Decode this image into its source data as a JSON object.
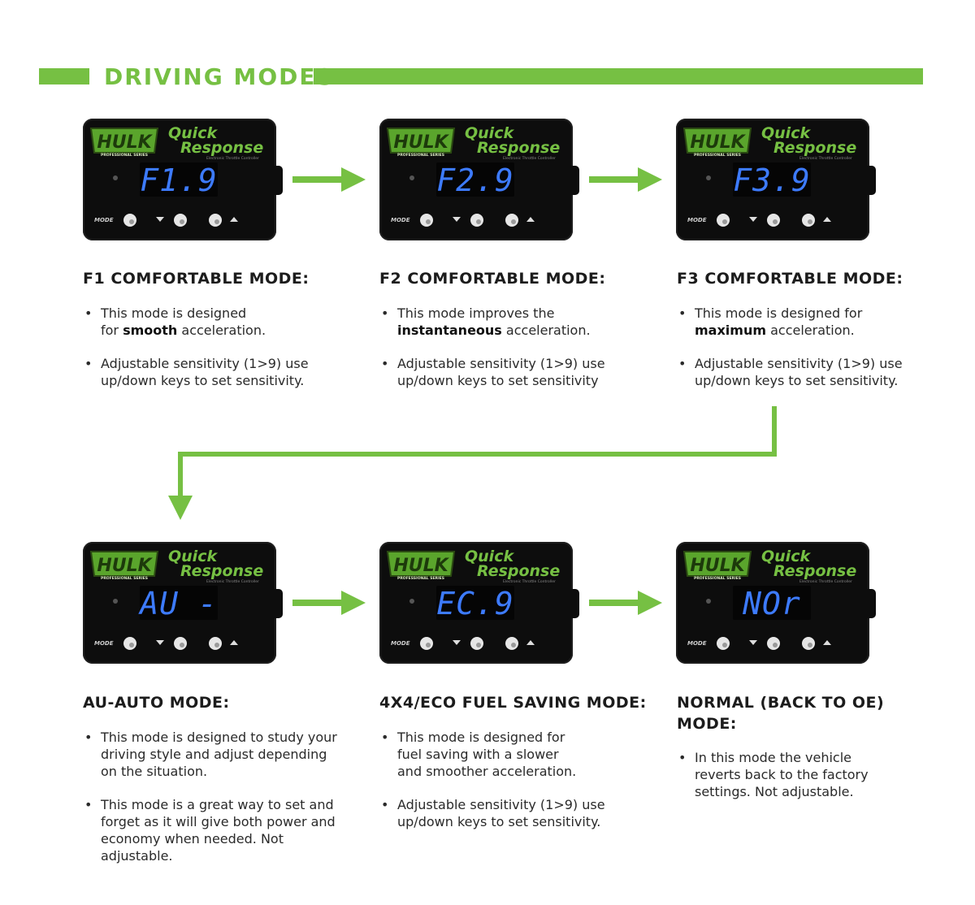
{
  "header": {
    "title": "DRIVING MODES"
  },
  "device": {
    "brand": "HULK",
    "series": "PROFESSIONAL SERIES",
    "product_line1": "Quick",
    "product_line2": "Response",
    "product_sub": "Electronic Throttle Controller",
    "mode_label": "MODE"
  },
  "colors": {
    "accent": "#76c043",
    "display": "#3d7bff",
    "device": "#0d0d0d"
  },
  "modes": [
    {
      "display": "F1.9",
      "title": "F1 COMFORTABLE MODE:",
      "b1_pre": "This mode is designed",
      "b1_post_a": "for ",
      "b1_bold": "smooth",
      "b1_post_b": " acceleration.",
      "b2_a": "Adjustable sensitivity (1>9) use",
      "b2_b": "up/down keys to set sensitivity."
    },
    {
      "display": "F2.9",
      "title": "F2 COMFORTABLE MODE:",
      "b1_pre": "This mode improves the",
      "b1_post_a": "",
      "b1_bold": "instantaneous",
      "b1_post_b": " acceleration.",
      "b2_a": "Adjustable sensitivity (1>9) use",
      "b2_b": "up/down keys to set sensitivity"
    },
    {
      "display": "F3.9",
      "title": "F3 COMFORTABLE MODE:",
      "b1_pre": "This mode is designed for",
      "b1_post_a": "",
      "b1_bold": "maximum",
      "b1_post_b": " acceleration.",
      "b2_a": "Adjustable sensitivity (1>9) use",
      "b2_b": "up/down keys to set sensitivity."
    },
    {
      "display": "AU -",
      "title": "AU-AUTO MODE:",
      "b1_a": "This mode is designed to study your",
      "b1_b": "driving style and adjust depending",
      "b1_c": "on the situation.",
      "b2_a": "This mode is a great way to set and",
      "b2_b": "forget as it will give both power and",
      "b2_c": "economy when needed. Not adjustable."
    },
    {
      "display": "EC.9",
      "title": "4X4/ECO FUEL SAVING MODE:",
      "b1_a": "This mode is designed for",
      "b1_b": "fuel saving with a slower",
      "b1_c": "and smoother acceleration.",
      "b2_a": "Adjustable sensitivity (1>9) use",
      "b2_b": "up/down keys to set sensitivity."
    },
    {
      "display": "NOr",
      "title_a": "NORMAL (BACK TO OE)",
      "title_b": "MODE:",
      "b1_a": "In this mode the vehicle",
      "b1_b": "reverts back to the factory",
      "b1_c": "settings. Not adjustable."
    }
  ]
}
